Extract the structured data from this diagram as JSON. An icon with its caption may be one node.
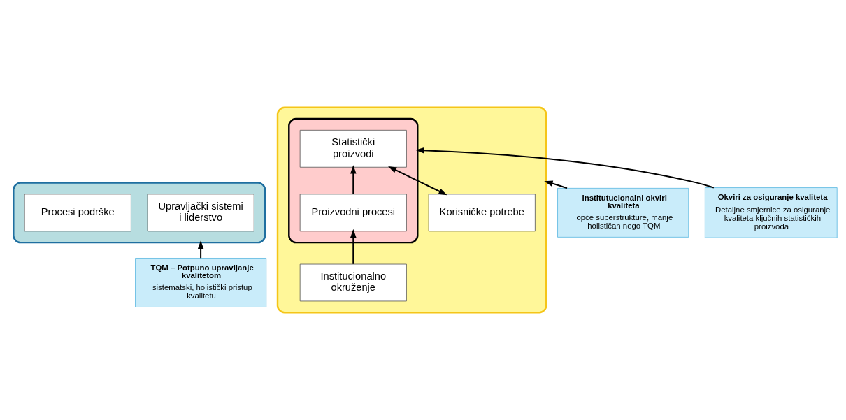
{
  "diagram": {
    "nodes": [
      {
        "text": [],
        "shape": "box"
      },
      {
        "text": [],
        "shape": "box"
      },
      {
        "text": [],
        "shape": "box",
        "in": 1
      },
      {
        "text": [
          "Korisničke potrebe"
        ],
        "in": 1
      },
      {
        "text": [
          "Upravljački sistemi i liderstvo"
        ],
        "in": 0
      },
      {
        "text": [
          "Statistički proizvodi"
        ],
        "in": 2
      },
      {
        "text": [
          "Procesi podrške"
        ],
        "in": 0
      },
      {
        "text": [
          "Proizvodni procesi"
        ],
        "in": 2
      },
      {
        "text": [
          "Institucionalno okruženje"
        ],
        "in": 1
      },
      {
        "text": [
          "TQM – Potpuno upravljanje kvalitetom",
          "sistematski, holistički pristup kvalitetu"
        ]
      },
      {
        "text": [
          "Institutucionalni okviri kvaliteta",
          "opće superstrukture, manje holističan nego TQM"
        ]
      },
      {
        "text": [
          "Okviri za osiguranje kvaliteta",
          "Detaljne smjernice za osiguranje kvaliteta ključnih statističkih proizvoda"
        ]
      }
    ],
    "edges": [
      {
        "from": 3,
        "to": 5,
        "arrow": "both"
      },
      {
        "from": 7,
        "to": 5,
        "arrow": "to"
      },
      {
        "from": 8,
        "to": 7,
        "arrow": "to"
      },
      {
        "from": 9,
        "to": 0,
        "arrow": "to"
      },
      {
        "from": 10,
        "to": 1,
        "arrow": "to"
      },
      {
        "from": 11,
        "to": 2,
        "arrow": "to"
      }
    ]
  }
}
